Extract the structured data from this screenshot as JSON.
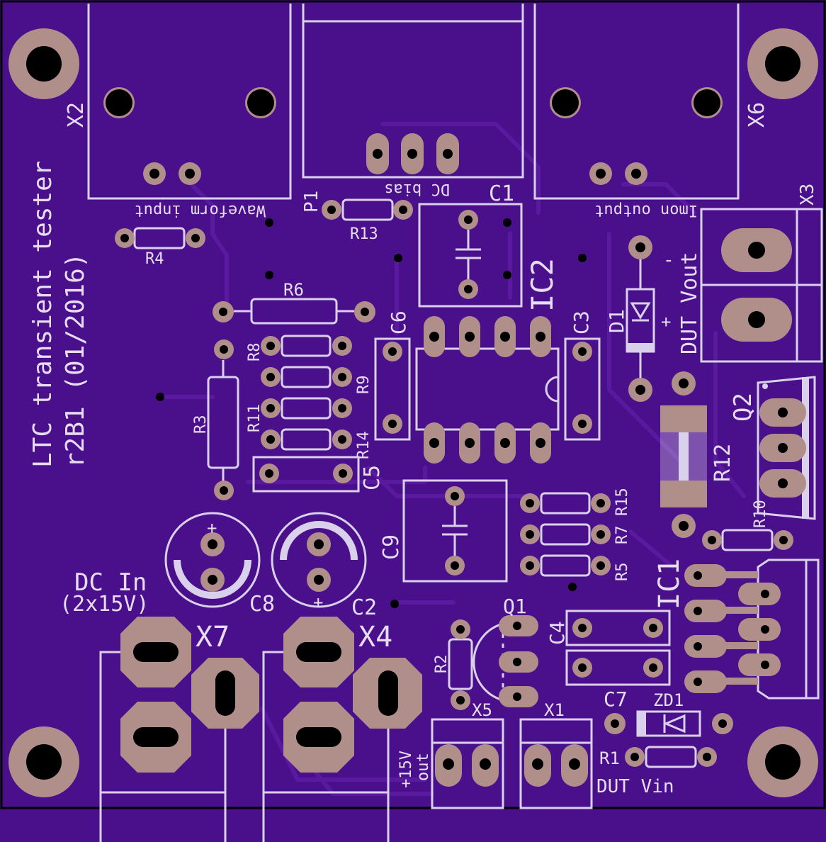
{
  "board": {
    "title_line1": "LTC transient tester",
    "title_line2": "r2B1 (01/2016)",
    "colors": {
      "solder_mask": "#4a0f8a",
      "silkscreen": "#d9d0ec",
      "copper": "#b08f8b",
      "drill": "#000000"
    }
  },
  "labels": {
    "x2": "X2",
    "x6": "X6",
    "x3": "X3",
    "x7": "X7",
    "x4": "X4",
    "x5": "X5",
    "x1": "X1",
    "waveform_input": "Waveform input",
    "imon_output": "Imon output",
    "dc_bias": "DC bias",
    "p1": "P1",
    "r13": "R13",
    "r4": "R4",
    "r6": "R6",
    "r8": "R8",
    "r9": "R9",
    "r11": "R11",
    "r14": "R14",
    "r3": "R3",
    "c5": "C5",
    "c6": "C6",
    "c1": "C1",
    "ic2": "IC2",
    "c3": "C3",
    "d1": "D1",
    "dut_vout": "DUT Vout",
    "minus": "-",
    "plus": "+",
    "q2": "Q2",
    "r12": "R12",
    "r10": "R10",
    "r15": "R15",
    "r7": "R7",
    "r5": "R5",
    "c9": "C9",
    "ic1": "IC1",
    "dc_in": "DC In",
    "dc_in_spec": "(2x15V)",
    "c8": "C8",
    "c2": "C2",
    "q1": "Q1",
    "c4": "C4",
    "r2": "R2",
    "c7": "C7",
    "zd1": "ZD1",
    "r1": "R1",
    "dut_vin": "DUT Vin",
    "out_15v_a": "+15V",
    "out_15v_b": "out"
  }
}
